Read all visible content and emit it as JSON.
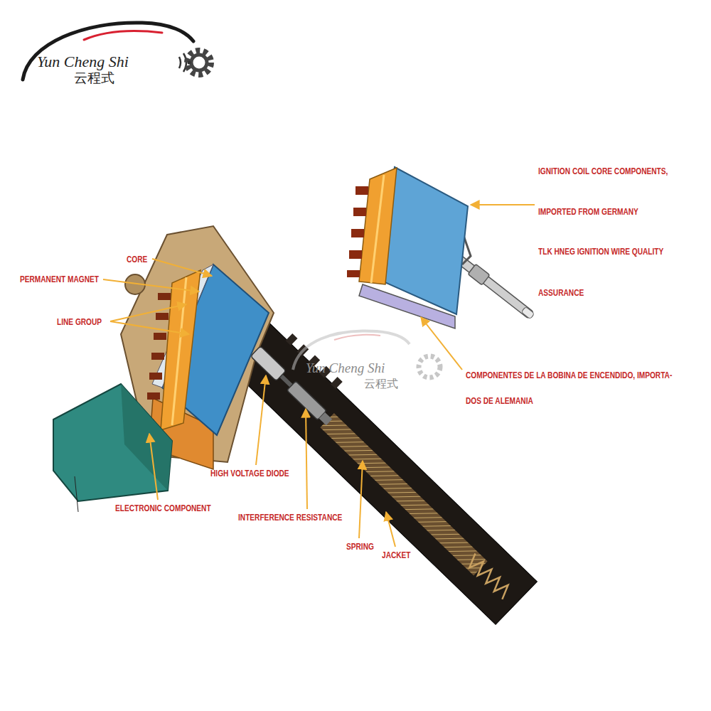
{
  "diagram": {
    "labels": [
      "Yun Cheng Shi",
      "云程式",
      "CORE",
      "PERMANENT MAGNET",
      "LINE GROUP",
      "IGNITION COIL CORE COMPONENTS,",
      "IMPORTED FROM GERMANY",
      "TLK HNEG IGNITION WIRE QUALITY",
      "ASSURANCE",
      "Yun Cheng Shi",
      "云程式",
      "COMPONENTES DE LA BOBINA DE ENCENDIDO, IMPORTA-",
      "DOS DE ALEMANIA",
      "HIGH VOLTAGE DIODE",
      "ELECTRONIC COMPONENT",
      "INTERFERENCE RESISTANCE",
      "SPRING",
      "JACKET"
    ]
  }
}
